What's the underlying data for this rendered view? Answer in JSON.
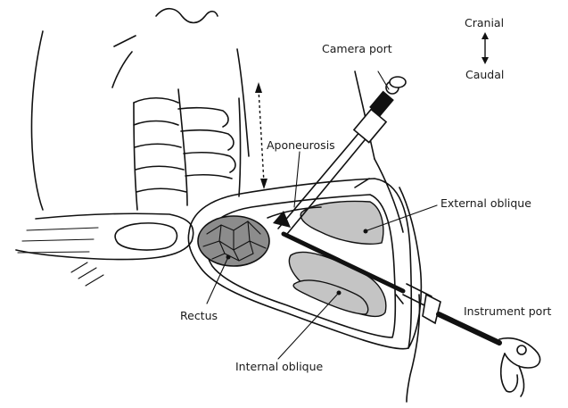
{
  "labels": {
    "camera_port": "Camera port",
    "cranial": "Cranial",
    "caudal": "Caudal",
    "aponeurosis": "Aponeurosis",
    "external_oblique": "External oblique",
    "rectus": "Rectus",
    "instrument_port": "Instrument port",
    "internal_oblique": "Internal oblique"
  },
  "colors": {
    "line": "#111111",
    "muscle_fill": "#c4c4c4",
    "rectus_fill": "#8c8c8c",
    "background": "#ffffff"
  }
}
